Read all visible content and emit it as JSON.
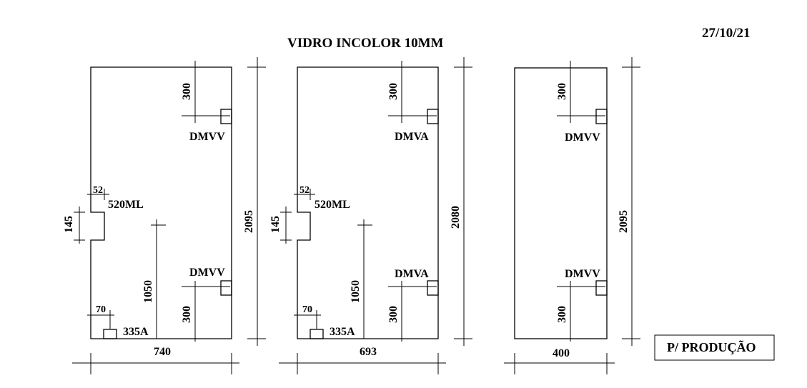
{
  "title": "VIDRO INCOLOR 10MM",
  "date": "27/10/21",
  "stamp": "P/ PRODUÇÃO",
  "panel1": {
    "width": "740",
    "height": "2095",
    "top_fitting": "DMVV",
    "top_fitting_offset": "300",
    "bottom_fitting": "DMVV",
    "bottom_fitting_offset": "300",
    "lock_label": "520ML",
    "lock_offset": "52",
    "lock_height": "145",
    "handle_height": "1050",
    "latch_label": "335A",
    "latch_offset": "70"
  },
  "panel2": {
    "width": "693",
    "height": "2080",
    "top_fitting": "DMVA",
    "top_fitting_offset": "300",
    "bottom_fitting": "DMVA",
    "bottom_fitting_offset": "300",
    "lock_label": "520ML",
    "lock_offset": "52",
    "lock_height": "145",
    "handle_height": "1050",
    "latch_label": "335A",
    "latch_offset": "70"
  },
  "panel3": {
    "width": "400",
    "height": "2095",
    "top_fitting": "DMVV",
    "top_fitting_offset": "300",
    "bottom_fitting": "DMVV",
    "bottom_fitting_offset": "300"
  }
}
